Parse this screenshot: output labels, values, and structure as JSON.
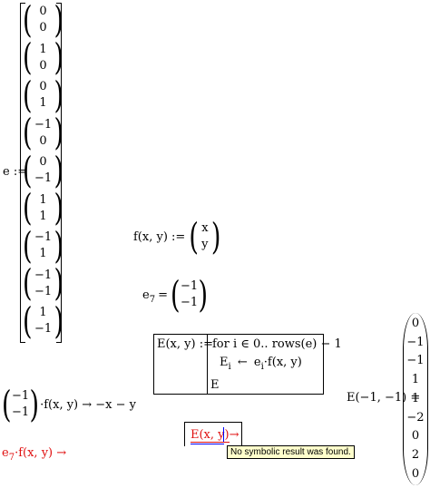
{
  "e_def": {
    "label": "e :=",
    "vectors": [
      [
        "0",
        "0"
      ],
      [
        "1",
        "0"
      ],
      [
        "0",
        "1"
      ],
      [
        "−1",
        "0"
      ],
      [
        "0",
        "−1"
      ],
      [
        "1",
        "1"
      ],
      [
        "−1",
        "1"
      ],
      [
        "−1",
        "−1"
      ],
      [
        "1",
        "−1"
      ]
    ]
  },
  "f_def": {
    "label": "f(x, y) :=",
    "col": [
      "x",
      "y"
    ]
  },
  "e7_eval": {
    "base": "e",
    "sub": "7",
    "eq": "=",
    "col": [
      "−1",
      "−1"
    ]
  },
  "program": {
    "label": "E(x, y) :=",
    "line1": "for  i ∈ 0.. rows(e) − 1",
    "line2_lhs": "E",
    "line2_lhs_sub": "i",
    "line2_arrow": "←",
    "line2_rhs": "e",
    "line2_rhs_sub": "i",
    "line2_tail": "·f(x, y)",
    "line3": "E"
  },
  "result": {
    "label": "E(−1, −1) =",
    "values": [
      "0",
      "−1",
      "−1",
      "1",
      "1",
      "−2",
      "0",
      "2",
      "0"
    ]
  },
  "sym1": {
    "col": [
      "−1",
      "−1"
    ],
    "expr": "·f(x, y) → −x − y"
  },
  "sym2": {
    "base": "e",
    "sub": "7",
    "expr": "·f(x, y) →"
  },
  "err_expr": {
    "text": "E(x, y)",
    "arrow": "→"
  },
  "tooltip": {
    "text": "No symbolic result was found."
  },
  "colors": {
    "error": "#e01010",
    "tooltip_bg": "#ffffcc",
    "cursor": "#0000ff"
  }
}
